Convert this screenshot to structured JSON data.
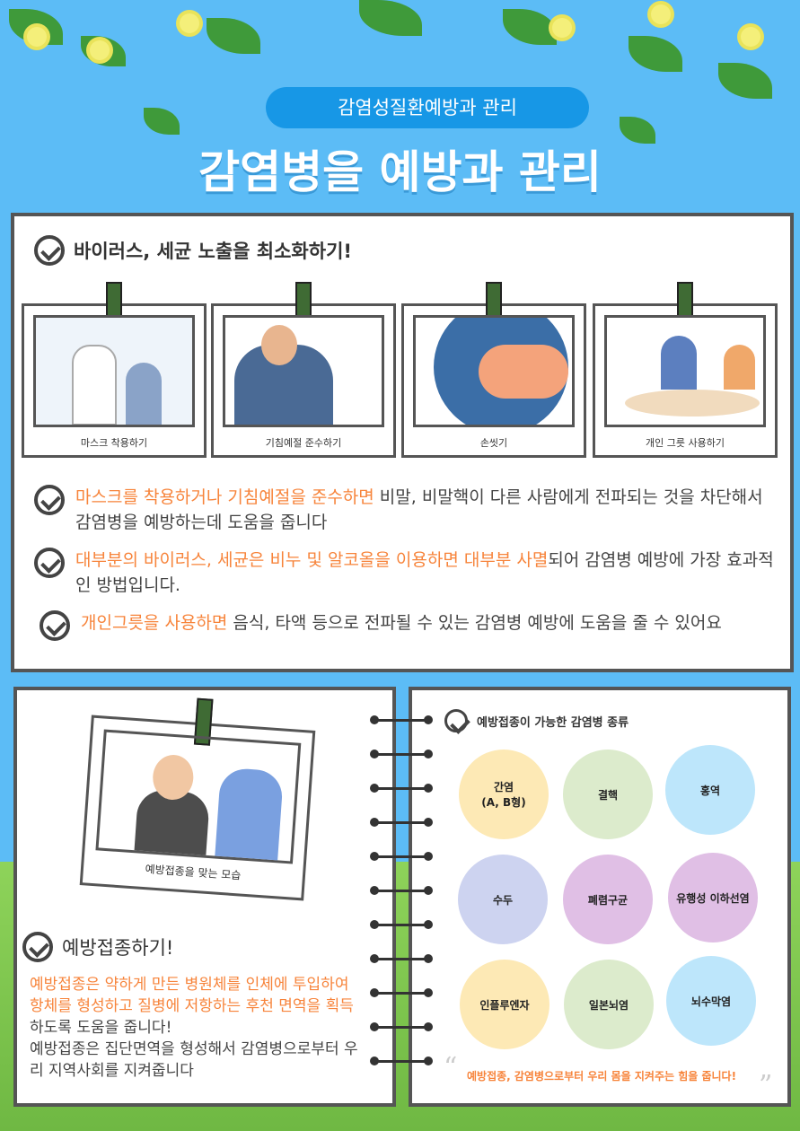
{
  "header": {
    "subtitle": "감염성질환예방과 관리",
    "title": "감염병을 예방과 관리"
  },
  "section1": {
    "heading": "바이러스, 세균 노출을 최소화하기!",
    "photos": [
      {
        "caption": "마스크 착용하기"
      },
      {
        "caption": "기침예절 준수하기"
      },
      {
        "caption": "손씻기"
      },
      {
        "caption": "개인 그릇 사용하기"
      }
    ],
    "bullets": [
      {
        "highlight": "마스크를 착용하거나 기침예절을 준수하면",
        "text": " 비말, 비말핵이 다른 사람에게 전파되는 것을 차단해서 감염병을 예방하는데 도움을 줍니다"
      },
      {
        "highlight": "대부분의 바이러스, 세균은 비누 및 알코올을 이용하면 대부분 사멸",
        "text": "되어 감염병 예방에 가장 효과적인 방법입니다."
      },
      {
        "highlight": "개인그릇을 사용하면",
        "text": " 음식, 타액 등으로 전파될 수 있는 감염병 예방에 도움을 줄 수 있어요"
      }
    ]
  },
  "section2": {
    "photo_caption": "예방접종을 맞는 모습",
    "heading": "예방접종하기!",
    "para_highlight1": "예방접종은 약하게 만든 병원체를 인체에 투입하여 항체를 형성하고 질병에 저항하는 후천 면역을 획득",
    "para_text1": "하도록 도움을 줍니다!",
    "para_text2": "예방접종은 집단면역을 형성해서 감염병으로부터 우리 지역사회를 지켜줍니다"
  },
  "section3": {
    "heading": "예방접종이 가능한 감염병 종류",
    "diseases": [
      {
        "name": "간염\n(A, B형)",
        "color": "#fde9b5"
      },
      {
        "name": "결핵",
        "color": "#dcebcc"
      },
      {
        "name": "홍역",
        "color": "#bde6fb"
      },
      {
        "name": "수두",
        "color": "#cdd3f0"
      },
      {
        "name": "폐렴구균",
        "color": "#e0bfe5"
      },
      {
        "name": "유행성 이하선염",
        "color": "#e0bfe5"
      },
      {
        "name": "인플루엔자",
        "color": "#fde9b5"
      },
      {
        "name": "일본뇌염",
        "color": "#dcebcc"
      },
      {
        "name": "뇌수막염",
        "color": "#bde6fb"
      }
    ],
    "quote": "예방접종, 감염병으로부터 우리 몸을 지켜주는 힘을 줍니다!"
  }
}
